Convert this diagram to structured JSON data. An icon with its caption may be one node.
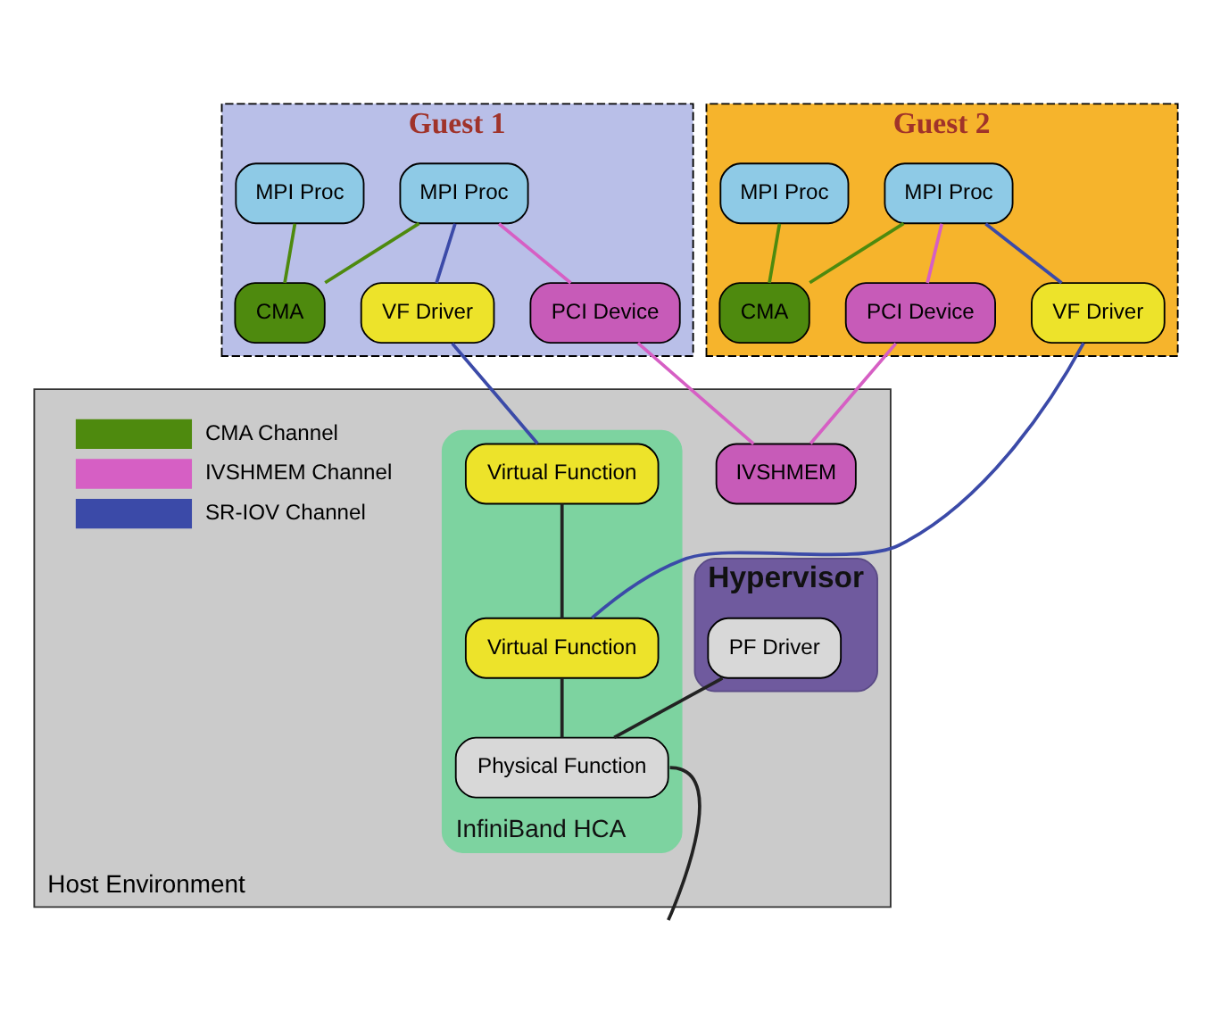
{
  "diagram": {
    "nodes": [
      {
        "text": [
          "Host Environment"
        ]
      },
      {
        "text": [
          "Guest 1"
        ]
      },
      {
        "text": [
          "MPI Proc"
        ],
        "in": 1
      },
      {
        "text": [
          "MPI Proc"
        ],
        "in": 1
      },
      {
        "text": [
          "PCI Device"
        ],
        "in": 1
      },
      {
        "text": [
          "CMA"
        ],
        "in": 1
      },
      {
        "text": [
          "VF Driver"
        ],
        "in": 1
      },
      {
        "text": [
          "Guest 2"
        ]
      },
      {
        "text": [
          "MPI Proc"
        ],
        "in": 7
      },
      {
        "text": [
          "MPI Proc"
        ],
        "in": 7
      },
      {
        "text": [
          "PCI Device"
        ],
        "in": 7
      },
      {
        "text": [
          "CMA"
        ],
        "in": 7
      },
      {
        "text": [
          "VF Driver"
        ],
        "in": 7
      },
      {
        "text": [
          "Hypervisor"
        ],
        "in": 0
      },
      {
        "text": [
          "PF Driver"
        ],
        "in": 13
      },
      {
        "text": [
          "IVSHMEM"
        ],
        "in": 0
      },
      {
        "text": [
          "InfiniBand HCA"
        ],
        "in": 0
      },
      {
        "text": [
          "Virtual Function"
        ],
        "in": 16
      },
      {
        "text": [
          "Virtual Function"
        ],
        "in": 16
      },
      {
        "text": [
          "Physical Function"
        ],
        "in": 16
      }
    ],
    "edges": [
      {
        "from": 2,
        "to": 4,
        "arrow": "none",
        "color": "#d65fc4"
      },
      {
        "from": 2,
        "to": 5,
        "arrow": "none",
        "color": "#4e8a0e"
      },
      {
        "from": 3,
        "to": 5,
        "arrow": "none",
        "color": "#4e8a0e"
      },
      {
        "from": 2,
        "to": 6,
        "arrow": "none",
        "color": "#3b4aa8"
      },
      {
        "from": 8,
        "to": 10,
        "arrow": "none",
        "color": "#d65fc4"
      },
      {
        "from": 8,
        "to": 11,
        "arrow": "none",
        "color": "#4e8a0e"
      },
      {
        "from": 9,
        "to": 11,
        "arrow": "none",
        "color": "#4e8a0e"
      },
      {
        "from": 8,
        "to": 12,
        "arrow": "none",
        "color": "#3b4aa8"
      },
      {
        "from": 4,
        "to": 15,
        "arrow": "none",
        "color": "#d65fc4"
      },
      {
        "from": 10,
        "to": 15,
        "arrow": "none",
        "color": "#d65fc4"
      },
      {
        "from": 6,
        "to": 17,
        "arrow": "none",
        "color": "#3b4aa8"
      },
      {
        "from": 12,
        "to": 18,
        "arrow": "none",
        "color": "#3b4aa8"
      },
      {
        "from": 14,
        "to": 19,
        "arrow": "none",
        "color": "#222222"
      },
      {
        "from": 17,
        "to": 18,
        "arrow": "none",
        "color": "#222222"
      },
      {
        "from": 18,
        "to": 19,
        "arrow": "none",
        "color": "#222222"
      },
      {
        "from": 19,
        "to": null,
        "arrow": "none",
        "color": "#222222"
      }
    ],
    "legend": [
      {
        "text": "CMA Channel",
        "color": "#4e8a0e"
      },
      {
        "text": "IVSHMEM Channel",
        "color": "#d65fc4"
      },
      {
        "text": "SR-IOV Channel",
        "color": "#3b4aa8"
      }
    ]
  }
}
